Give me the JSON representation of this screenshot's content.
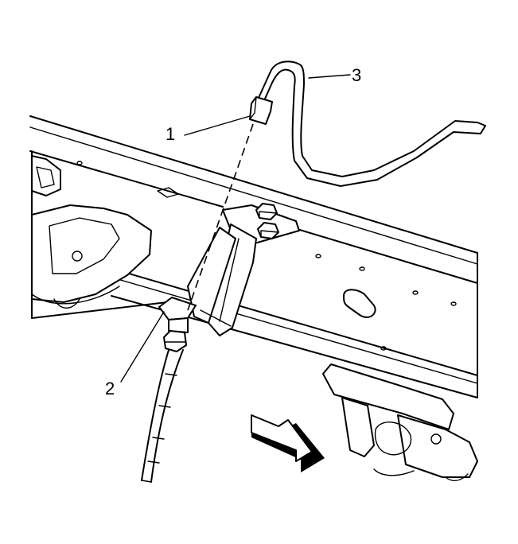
{
  "callouts": {
    "c1": "1",
    "c2": "2",
    "c3": "3"
  },
  "icons": {
    "direction_arrow": "front-direction-arrow-icon"
  }
}
